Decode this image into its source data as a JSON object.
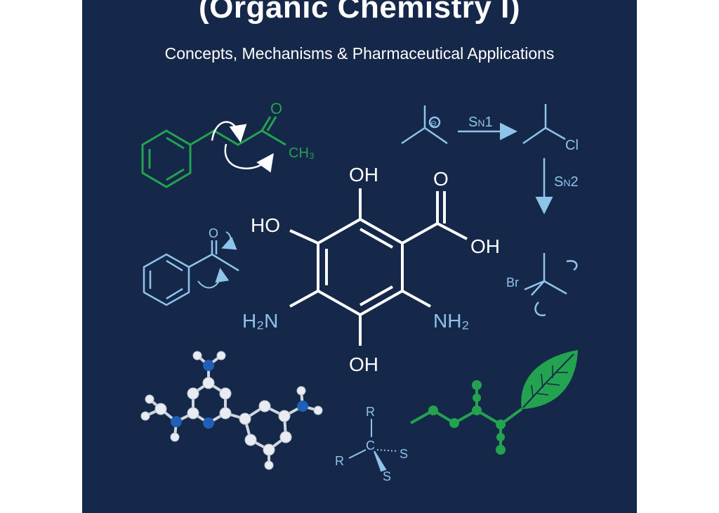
{
  "cover": {
    "title": "(Organic Chemistry I)",
    "subtitle": "Concepts, Mechanisms & Pharmaceutical Applications"
  },
  "labels": {
    "ketone_o": "O",
    "ketone_ch3": "CH₃",
    "carbanion_minus": "⊖",
    "sn1": "S",
    "sn1_sub": "N",
    "sn1_num": "1",
    "cl": "Cl",
    "sn2": "S",
    "sn2_sub": "N",
    "sn2_num": "2",
    "oh_top": "OH",
    "o_acid": "O",
    "ho_left": "HO",
    "oh_acid": "OH",
    "h2n_left": "H₂N",
    "nh2_right": "NH₂",
    "oh_bottom": "OH",
    "aceto_o": "O",
    "br": "Br",
    "r_top": "R",
    "c_center": "C",
    "r_left": "R",
    "s_right": "S",
    "s_bottom": "S"
  },
  "colors": {
    "background": "#16284a",
    "white": "#ffffff",
    "light_blue": "#8fc4ea",
    "green": "#23a34f",
    "atom_blue": "#1f5fb8",
    "atom_white": "#e8ecf2"
  }
}
